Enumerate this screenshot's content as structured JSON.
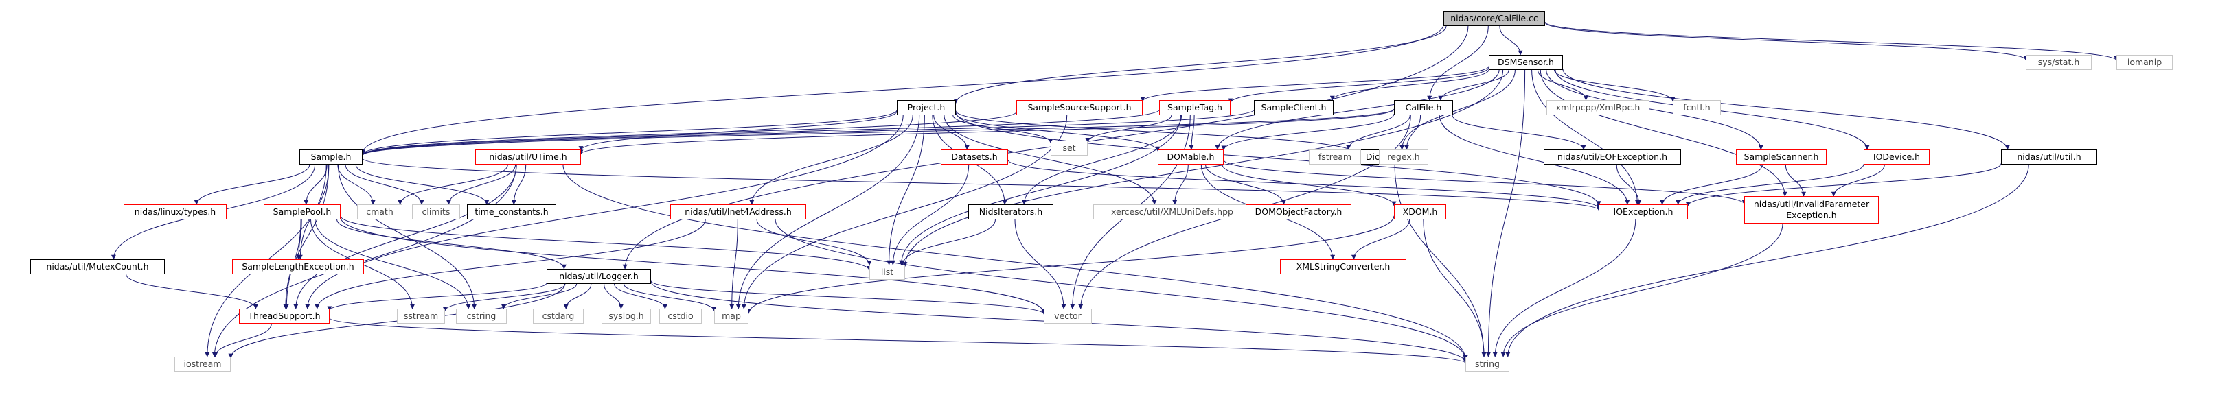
{
  "diagram": {
    "colors": {
      "documented_border": "#000000",
      "undocumented_border": "#ff0000",
      "system_header_border": "#c8c8c8",
      "root_fill": "#bfbfbf",
      "edge": "#191970"
    },
    "nodes": [
      {
        "id": "calfile_cc",
        "label": "nidas/core/CalFile.cc",
        "kind": "root"
      },
      {
        "id": "dsmsensor_h",
        "label": "DSMSensor.h",
        "kind": "ok"
      },
      {
        "id": "sys_stat_h",
        "label": "sys/stat.h",
        "kind": "plain"
      },
      {
        "id": "iomanip",
        "label": "iomanip",
        "kind": "plain"
      },
      {
        "id": "project_h",
        "label": "Project.h",
        "kind": "ok"
      },
      {
        "id": "samplesourcesupport_h",
        "label": "SampleSourceSupport.h",
        "kind": "missing"
      },
      {
        "id": "sampletag_h",
        "label": "SampleTag.h",
        "kind": "missing"
      },
      {
        "id": "sampleclient_h",
        "label": "SampleClient.h",
        "kind": "ok"
      },
      {
        "id": "calfile_h",
        "label": "CalFile.h",
        "kind": "ok"
      },
      {
        "id": "xmlrpc_h",
        "label": "xmlrpcpp/XmlRpc.h",
        "kind": "plain"
      },
      {
        "id": "fcntl_h",
        "label": "fcntl.h",
        "kind": "plain"
      },
      {
        "id": "sample_h",
        "label": "Sample.h",
        "kind": "ok"
      },
      {
        "id": "utime_h",
        "label": "nidas/util/UTime.h",
        "kind": "missing"
      },
      {
        "id": "datasets_h",
        "label": "Datasets.h",
        "kind": "missing"
      },
      {
        "id": "set",
        "label": "set",
        "kind": "plain"
      },
      {
        "id": "domable_h",
        "label": "DOMable.h",
        "kind": "missing"
      },
      {
        "id": "dictionary_h",
        "label": "Dictionary.h",
        "kind": "ok"
      },
      {
        "id": "fstream",
        "label": "fstream",
        "kind": "plain"
      },
      {
        "id": "regex_h",
        "label": "regex.h",
        "kind": "plain"
      },
      {
        "id": "eofexception_h",
        "label": "nidas/util/EOFException.h",
        "kind": "ok"
      },
      {
        "id": "samplescanner_h",
        "label": "SampleScanner.h",
        "kind": "missing"
      },
      {
        "id": "iodevice_h",
        "label": "IODevice.h",
        "kind": "missing"
      },
      {
        "id": "util_util_h",
        "label": "nidas/util/util.h",
        "kind": "ok"
      },
      {
        "id": "linux_types_h",
        "label": "nidas/linux/types.h",
        "kind": "missing"
      },
      {
        "id": "samplepool_h",
        "label": "SamplePool.h",
        "kind": "missing"
      },
      {
        "id": "cmath",
        "label": "cmath",
        "kind": "plain"
      },
      {
        "id": "climits",
        "label": "climits",
        "kind": "plain"
      },
      {
        "id": "time_constants_h",
        "label": "time_constants.h",
        "kind": "ok"
      },
      {
        "id": "inet4address_h",
        "label": "nidas/util/Inet4Address.h",
        "kind": "missing"
      },
      {
        "id": "nidsiterators_h",
        "label": "NidsIterators.h",
        "kind": "ok"
      },
      {
        "id": "xercesc_h",
        "label": "xercesc/util/XMLUniDefs.hpp",
        "kind": "plain"
      },
      {
        "id": "domobjectfactory_h",
        "label": "DOMObjectFactory.h",
        "kind": "missing"
      },
      {
        "id": "xdom_h",
        "label": "XDOM.h",
        "kind": "missing"
      },
      {
        "id": "ioexception_h",
        "label": "IOException.h",
        "kind": "missing"
      },
      {
        "id": "invalidparam_h",
        "label": "nidas/util/InvalidParameter\nException.h",
        "kind": "missing"
      },
      {
        "id": "mutexcount_h",
        "label": "nidas/util/MutexCount.h",
        "kind": "ok"
      },
      {
        "id": "samplelengthexc_h",
        "label": "SampleLengthException.h",
        "kind": "missing"
      },
      {
        "id": "logger_h",
        "label": "nidas/util/Logger.h",
        "kind": "ok"
      },
      {
        "id": "list",
        "label": "list",
        "kind": "plain"
      },
      {
        "id": "xmlstringconverter_h",
        "label": "XMLStringConverter.h",
        "kind": "missing"
      },
      {
        "id": "threadsupport_h",
        "label": "ThreadSupport.h",
        "kind": "missing"
      },
      {
        "id": "sstream",
        "label": "sstream",
        "kind": "plain"
      },
      {
        "id": "cstring",
        "label": "cstring",
        "kind": "plain"
      },
      {
        "id": "cstdarg",
        "label": "cstdarg",
        "kind": "plain"
      },
      {
        "id": "syslog_h",
        "label": "syslog.h",
        "kind": "plain"
      },
      {
        "id": "cstdio",
        "label": "cstdio",
        "kind": "plain"
      },
      {
        "id": "map",
        "label": "map",
        "kind": "plain"
      },
      {
        "id": "vector",
        "label": "vector",
        "kind": "plain"
      },
      {
        "id": "iostream",
        "label": "iostream",
        "kind": "plain"
      },
      {
        "id": "string",
        "label": "string",
        "kind": "plain"
      }
    ],
    "edges": [
      [
        "calfile_cc",
        "dsmsensor_h"
      ],
      [
        "calfile_cc",
        "sys_stat_h"
      ],
      [
        "calfile_cc",
        "iomanip"
      ],
      [
        "calfile_cc",
        "project_h"
      ],
      [
        "calfile_cc",
        "calfile_h"
      ],
      [
        "calfile_cc",
        "sample_h"
      ],
      [
        "calfile_cc",
        "logger_h"
      ],
      [
        "dsmsensor_h",
        "samplesourcesupport_h"
      ],
      [
        "dsmsensor_h",
        "sampletag_h"
      ],
      [
        "dsmsensor_h",
        "sampleclient_h"
      ],
      [
        "dsmsensor_h",
        "calfile_h"
      ],
      [
        "dsmsensor_h",
        "xmlrpc_h"
      ],
      [
        "dsmsensor_h",
        "fcntl_h"
      ],
      [
        "dsmsensor_h",
        "dictionary_h"
      ],
      [
        "dsmsensor_h",
        "samplescanner_h"
      ],
      [
        "dsmsensor_h",
        "iodevice_h"
      ],
      [
        "dsmsensor_h",
        "util_util_h"
      ],
      [
        "dsmsensor_h",
        "domable_h"
      ],
      [
        "dsmsensor_h",
        "ioexception_h"
      ],
      [
        "dsmsensor_h",
        "invalidparam_h"
      ],
      [
        "dsmsensor_h",
        "list"
      ],
      [
        "dsmsensor_h",
        "string"
      ],
      [
        "project_h",
        "sample_h"
      ],
      [
        "project_h",
        "utime_h"
      ],
      [
        "project_h",
        "datasets_h"
      ],
      [
        "project_h",
        "set"
      ],
      [
        "project_h",
        "domable_h"
      ],
      [
        "project_h",
        "dictionary_h"
      ],
      [
        "project_h",
        "inet4address_h"
      ],
      [
        "project_h",
        "nidsiterators_h"
      ],
      [
        "project_h",
        "list"
      ],
      [
        "project_h",
        "map"
      ],
      [
        "project_h",
        "ioexception_h"
      ],
      [
        "project_h",
        "threadsupport_h"
      ],
      [
        "project_h",
        "xercesc_h"
      ],
      [
        "samplesourcesupport_h",
        "sample_h"
      ],
      [
        "samplesourcesupport_h",
        "map"
      ],
      [
        "sampletag_h",
        "sample_h"
      ],
      [
        "sampletag_h",
        "domable_h"
      ],
      [
        "sampletag_h",
        "nidsiterators_h"
      ],
      [
        "sampletag_h",
        "set"
      ],
      [
        "sampletag_h",
        "vector"
      ],
      [
        "sampletag_h",
        "list"
      ],
      [
        "sampleclient_h",
        "sample_h"
      ],
      [
        "calfile_h",
        "sample_h"
      ],
      [
        "calfile_h",
        "utime_h"
      ],
      [
        "calfile_h",
        "fstream"
      ],
      [
        "calfile_h",
        "regex_h"
      ],
      [
        "calfile_h",
        "eofexception_h"
      ],
      [
        "calfile_h",
        "ioexception_h"
      ],
      [
        "calfile_h",
        "domable_h"
      ],
      [
        "calfile_h",
        "vector"
      ],
      [
        "sample_h",
        "linux_types_h"
      ],
      [
        "sample_h",
        "samplepool_h"
      ],
      [
        "sample_h",
        "cmath"
      ],
      [
        "sample_h",
        "climits"
      ],
      [
        "sample_h",
        "time_constants_h"
      ],
      [
        "sample_h",
        "mutexcount_h"
      ],
      [
        "sample_h",
        "threadsupport_h"
      ],
      [
        "sample_h",
        "samplelengthexc_h"
      ],
      [
        "sample_h",
        "iostream"
      ],
      [
        "sample_h",
        "ioexception_h"
      ],
      [
        "sample_h",
        "cstring"
      ],
      [
        "utime_h",
        "cmath"
      ],
      [
        "utime_h",
        "climits"
      ],
      [
        "utime_h",
        "time_constants_h"
      ],
      [
        "utime_h",
        "threadsupport_h"
      ],
      [
        "utime_h",
        "iostream"
      ],
      [
        "utime_h",
        "string"
      ],
      [
        "datasets_h",
        "ioexception_h"
      ],
      [
        "datasets_h",
        "list"
      ],
      [
        "domable_h",
        "xercesc_h"
      ],
      [
        "domable_h",
        "domobjectfactory_h"
      ],
      [
        "domable_h",
        "xdom_h"
      ],
      [
        "domable_h",
        "invalidparam_h"
      ],
      [
        "domable_h",
        "xmlstringconverter_h"
      ],
      [
        "dictionary_h",
        "string"
      ],
      [
        "eofexception_h",
        "ioexception_h"
      ],
      [
        "samplescanner_h",
        "ioexception_h"
      ],
      [
        "samplescanner_h",
        "invalidparam_h"
      ],
      [
        "iodevice_h",
        "ioexception_h"
      ],
      [
        "iodevice_h",
        "invalidparam_h"
      ],
      [
        "util_util_h",
        "ioexception_h"
      ],
      [
        "util_util_h",
        "string"
      ],
      [
        "samplepool_h",
        "samplelengthexc_h"
      ],
      [
        "samplepool_h",
        "threadsupport_h"
      ],
      [
        "samplepool_h",
        "logger_h"
      ],
      [
        "samplepool_h",
        "list"
      ],
      [
        "samplepool_h",
        "vector"
      ],
      [
        "samplepool_h",
        "cstring"
      ],
      [
        "samplepool_h",
        "sstream"
      ],
      [
        "inet4address_h",
        "threadsupport_h"
      ],
      [
        "inet4address_h",
        "list"
      ],
      [
        "inet4address_h",
        "map"
      ],
      [
        "inet4address_h",
        "string"
      ],
      [
        "nidsiterators_h",
        "list"
      ],
      [
        "nidsiterators_h",
        "vector"
      ],
      [
        "xdom_h",
        "xmlstringconverter_h"
      ],
      [
        "xdom_h",
        "map"
      ],
      [
        "xdom_h",
        "string"
      ],
      [
        "ioexception_h",
        "string"
      ],
      [
        "invalidparam_h",
        "string"
      ],
      [
        "mutexcount_h",
        "threadsupport_h"
      ],
      [
        "logger_h",
        "threadsupport_h"
      ],
      [
        "logger_h",
        "sstream"
      ],
      [
        "logger_h",
        "cstring"
      ],
      [
        "logger_h",
        "cstdarg"
      ],
      [
        "logger_h",
        "syslog_h"
      ],
      [
        "logger_h",
        "cstdio"
      ],
      [
        "logger_h",
        "map"
      ],
      [
        "logger_h",
        "vector"
      ],
      [
        "logger_h",
        "iostream"
      ],
      [
        "logger_h",
        "string"
      ],
      [
        "threadsupport_h",
        "iostream"
      ],
      [
        "threadsupport_h",
        "string"
      ]
    ]
  }
}
